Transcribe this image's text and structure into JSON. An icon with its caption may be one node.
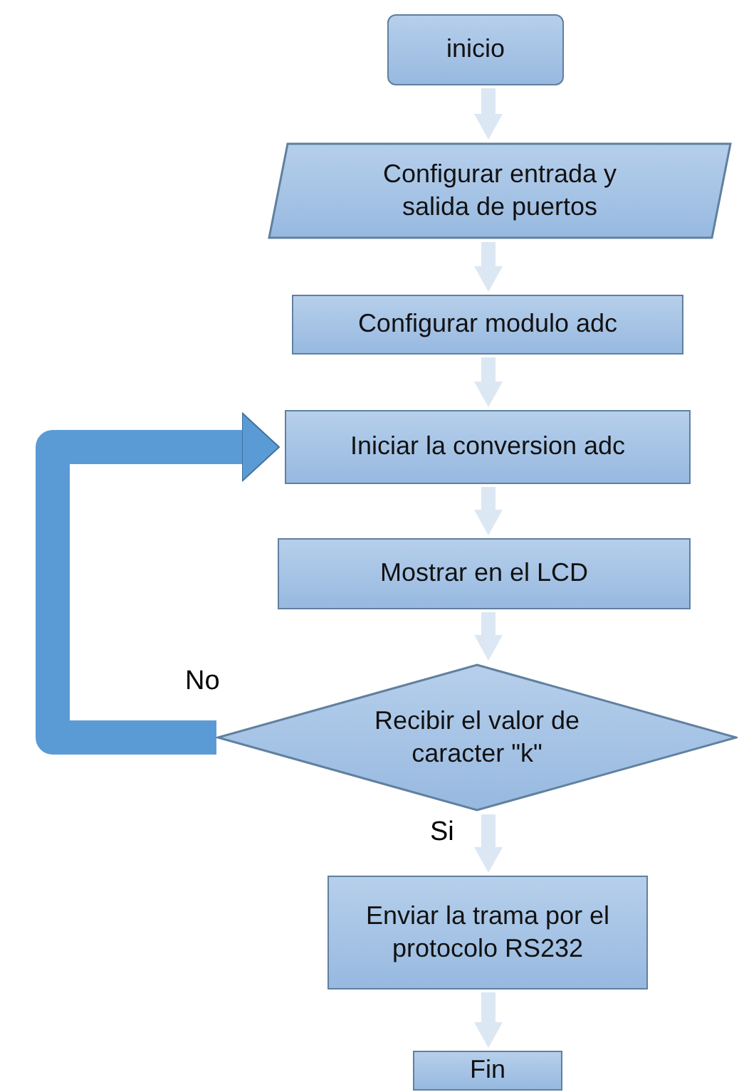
{
  "diagram": {
    "nodes": [
      {
        "text": [
          "inicio"
        ]
      },
      {
        "text": [
          "Configurar entrada y salida de puertos"
        ]
      },
      {
        "text": [
          "Configurar modulo adc"
        ]
      },
      {
        "text": [
          "Iniciar la conversion adc"
        ]
      },
      {
        "text": [
          "Mostrar en el LCD"
        ]
      },
      {
        "text": [
          "Recibir el valor de caracter \"k\""
        ]
      },
      {
        "text": [
          "Enviar la trama por el protocolo RS232"
        ]
      },
      {
        "text": [
          "Fin"
        ]
      }
    ],
    "edges": [
      {
        "from": 0,
        "to": 1,
        "arrow": "to"
      },
      {
        "from": 1,
        "to": 2,
        "arrow": "to"
      },
      {
        "from": 2,
        "to": 3,
        "arrow": "to"
      },
      {
        "from": 3,
        "to": 4,
        "arrow": "to"
      },
      {
        "from": 4,
        "to": 5,
        "arrow": "to"
      },
      {
        "from": 5,
        "to": 3,
        "arrow": "to",
        "label": "No",
        "style": "thick",
        "color": "#5b9bd5"
      },
      {
        "from": 5,
        "to": 6,
        "arrow": "to",
        "label": "Si"
      },
      {
        "from": 6,
        "to": 7,
        "arrow": "to"
      }
    ]
  }
}
